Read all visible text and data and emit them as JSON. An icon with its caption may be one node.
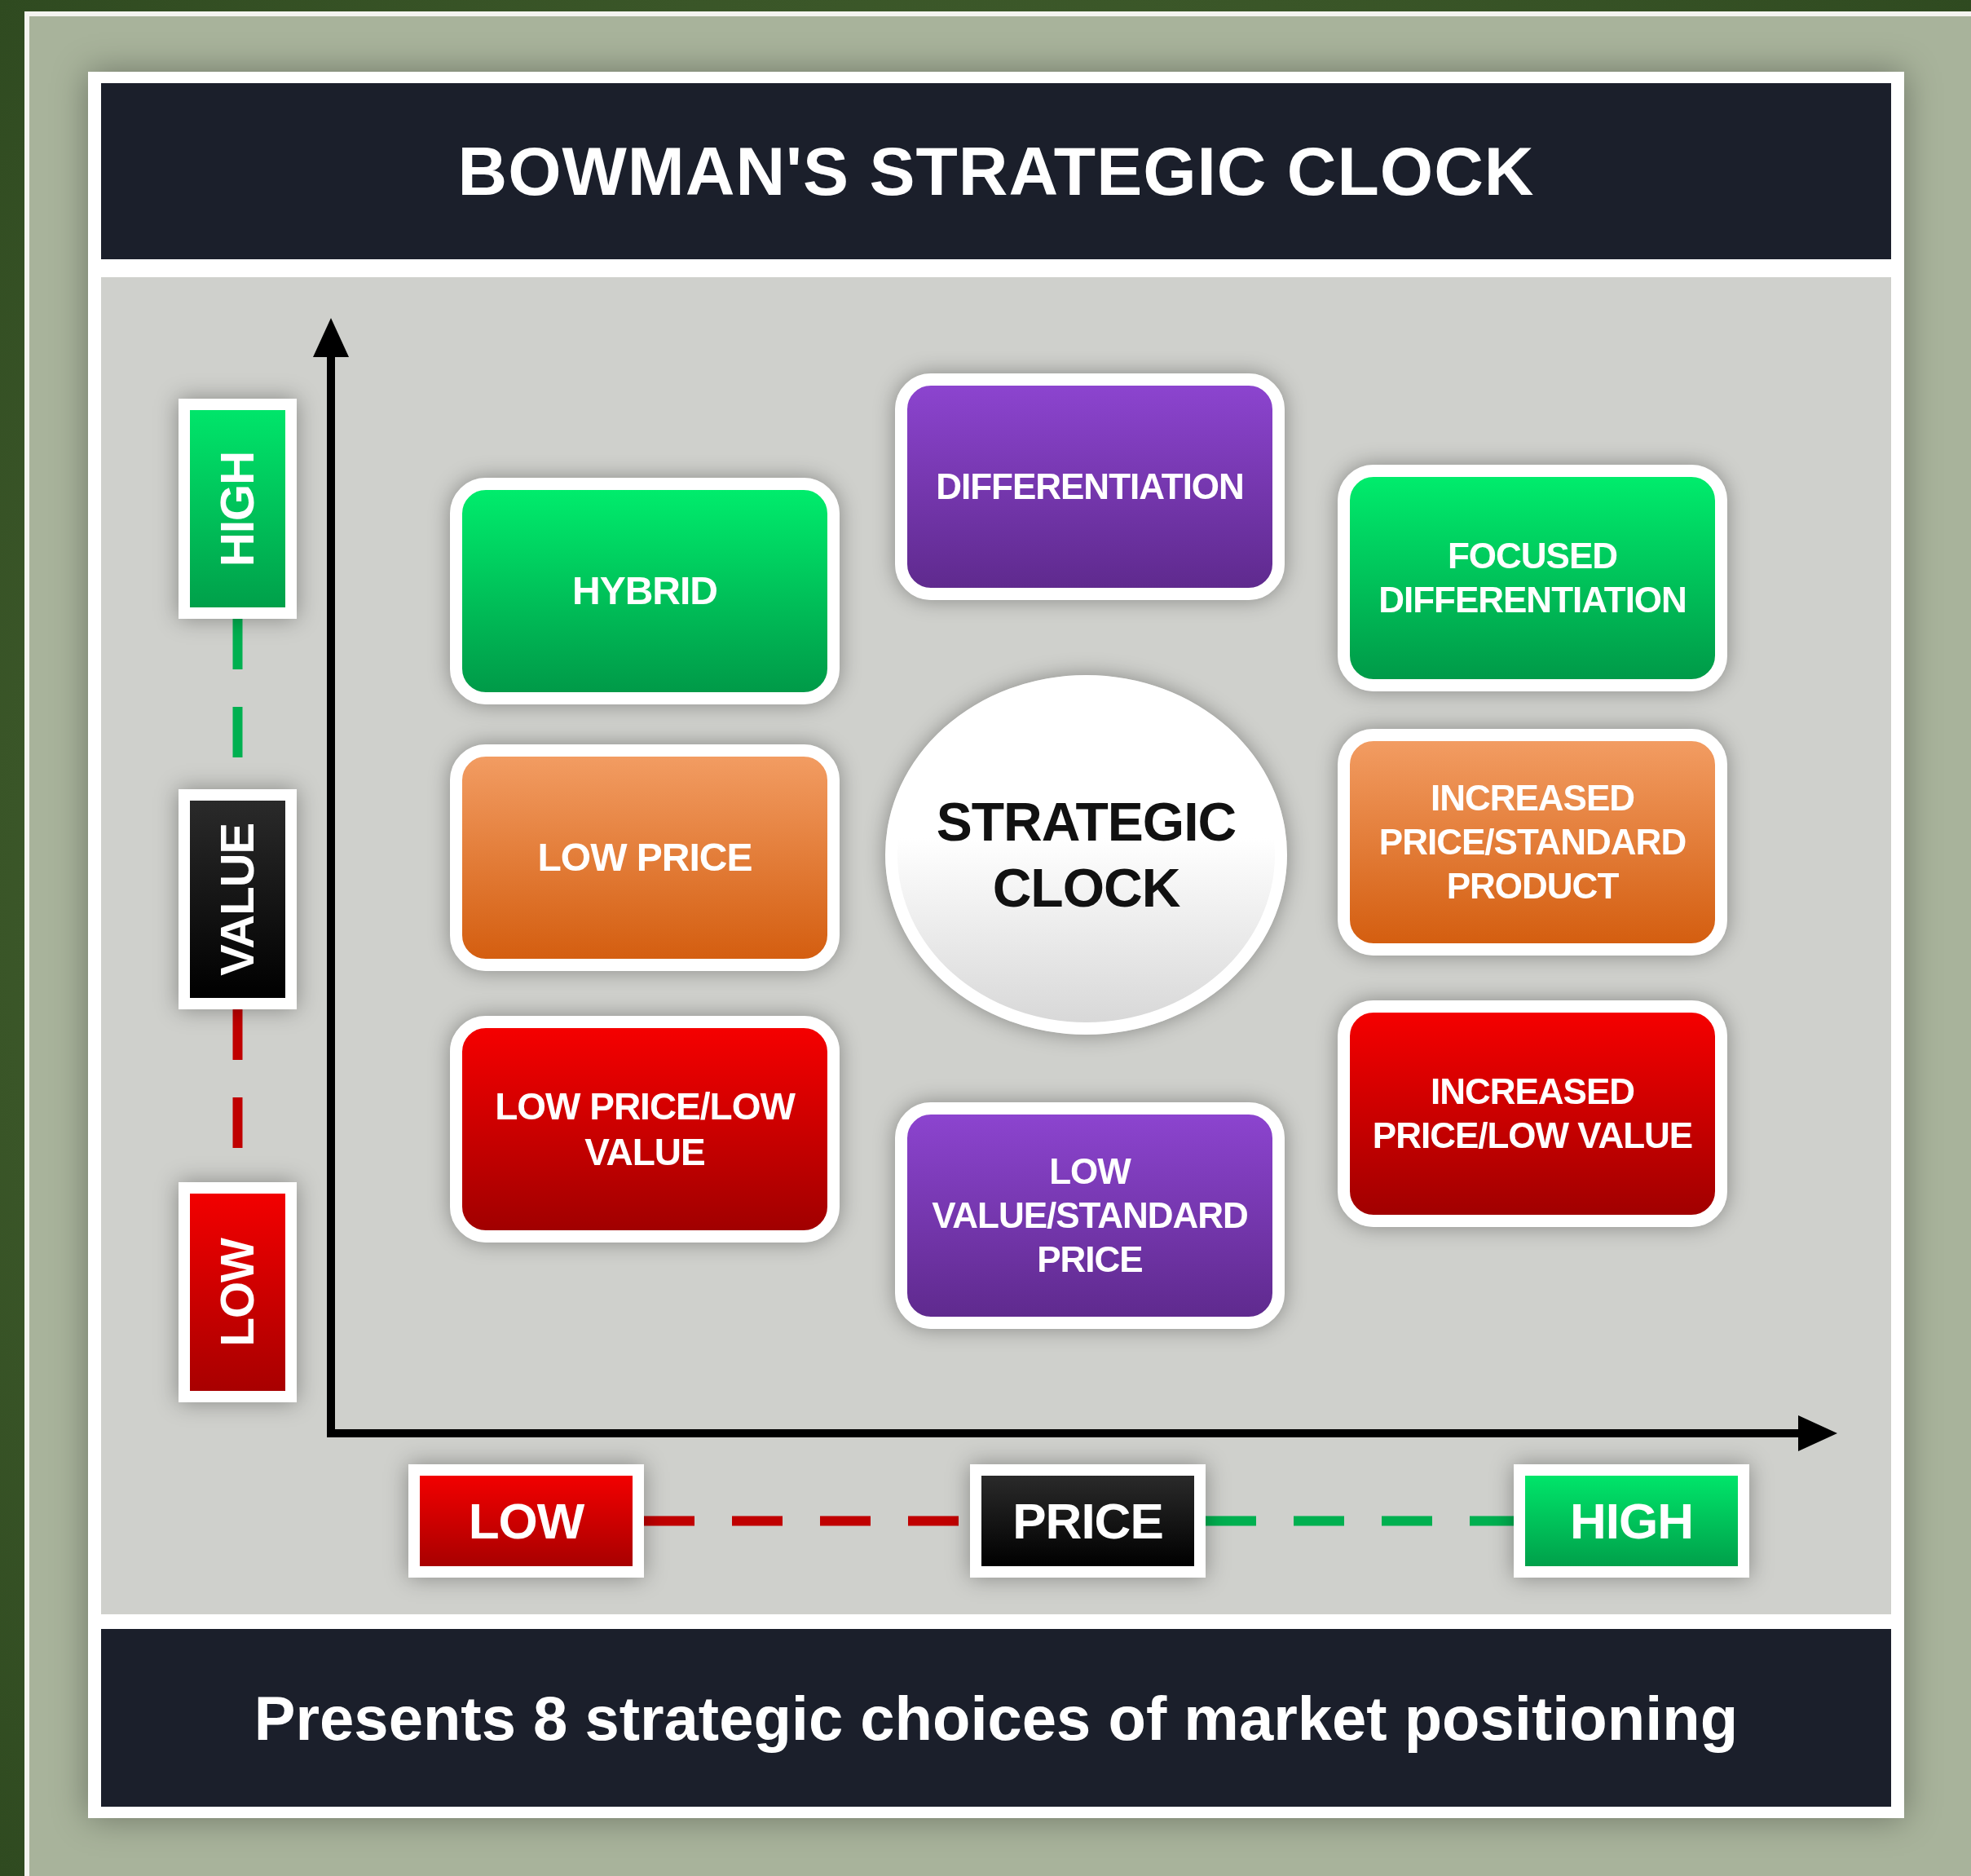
{
  "diagram": {
    "title": "BOWMAN'S STRATEGIC CLOCK",
    "caption": "Presents 8 strategic choices of market positioning",
    "nodes": [
      {
        "text": [
          "DIFFERENTIATION"
        ]
      },
      {
        "text": [
          "HYBRID"
        ]
      },
      {
        "text": [
          "FOCUSED DIFFERENTIATION"
        ]
      },
      {
        "text": [
          "LOW PRICE"
        ]
      },
      {
        "text": [
          "STRATEGIC CLOCK"
        ]
      },
      {
        "text": [
          "INCREASED PRICE/STANDARD PRODUCT"
        ]
      },
      {
        "text": [
          "LOW PRICE/LOW VALUE"
        ]
      },
      {
        "text": [
          "INCREASED PRICE/LOW VALUE"
        ]
      },
      {
        "text": [
          "LOW VALUE/STANDARD PRICE"
        ]
      },
      {
        "text": [
          "HIGH"
        ]
      },
      {
        "text": [
          "VALUE"
        ]
      },
      {
        "text": [
          "LOW"
        ]
      },
      {
        "text": [
          "LOW"
        ]
      },
      {
        "text": [
          "PRICE"
        ]
      },
      {
        "text": [
          "HIGH"
        ]
      }
    ],
    "edges": [
      {
        "from": 9,
        "to": 10,
        "arrow": "none",
        "style": "dashed",
        "color": "#00b050"
      },
      {
        "from": 10,
        "to": 11,
        "arrow": "none",
        "style": "dashed",
        "color": "#c00000"
      },
      {
        "from": 12,
        "to": 13,
        "arrow": "none",
        "style": "dashed",
        "color": "#c00000"
      },
      {
        "from": 13,
        "to": 14,
        "arrow": "none",
        "style": "dashed",
        "color": "#00b050"
      }
    ]
  }
}
